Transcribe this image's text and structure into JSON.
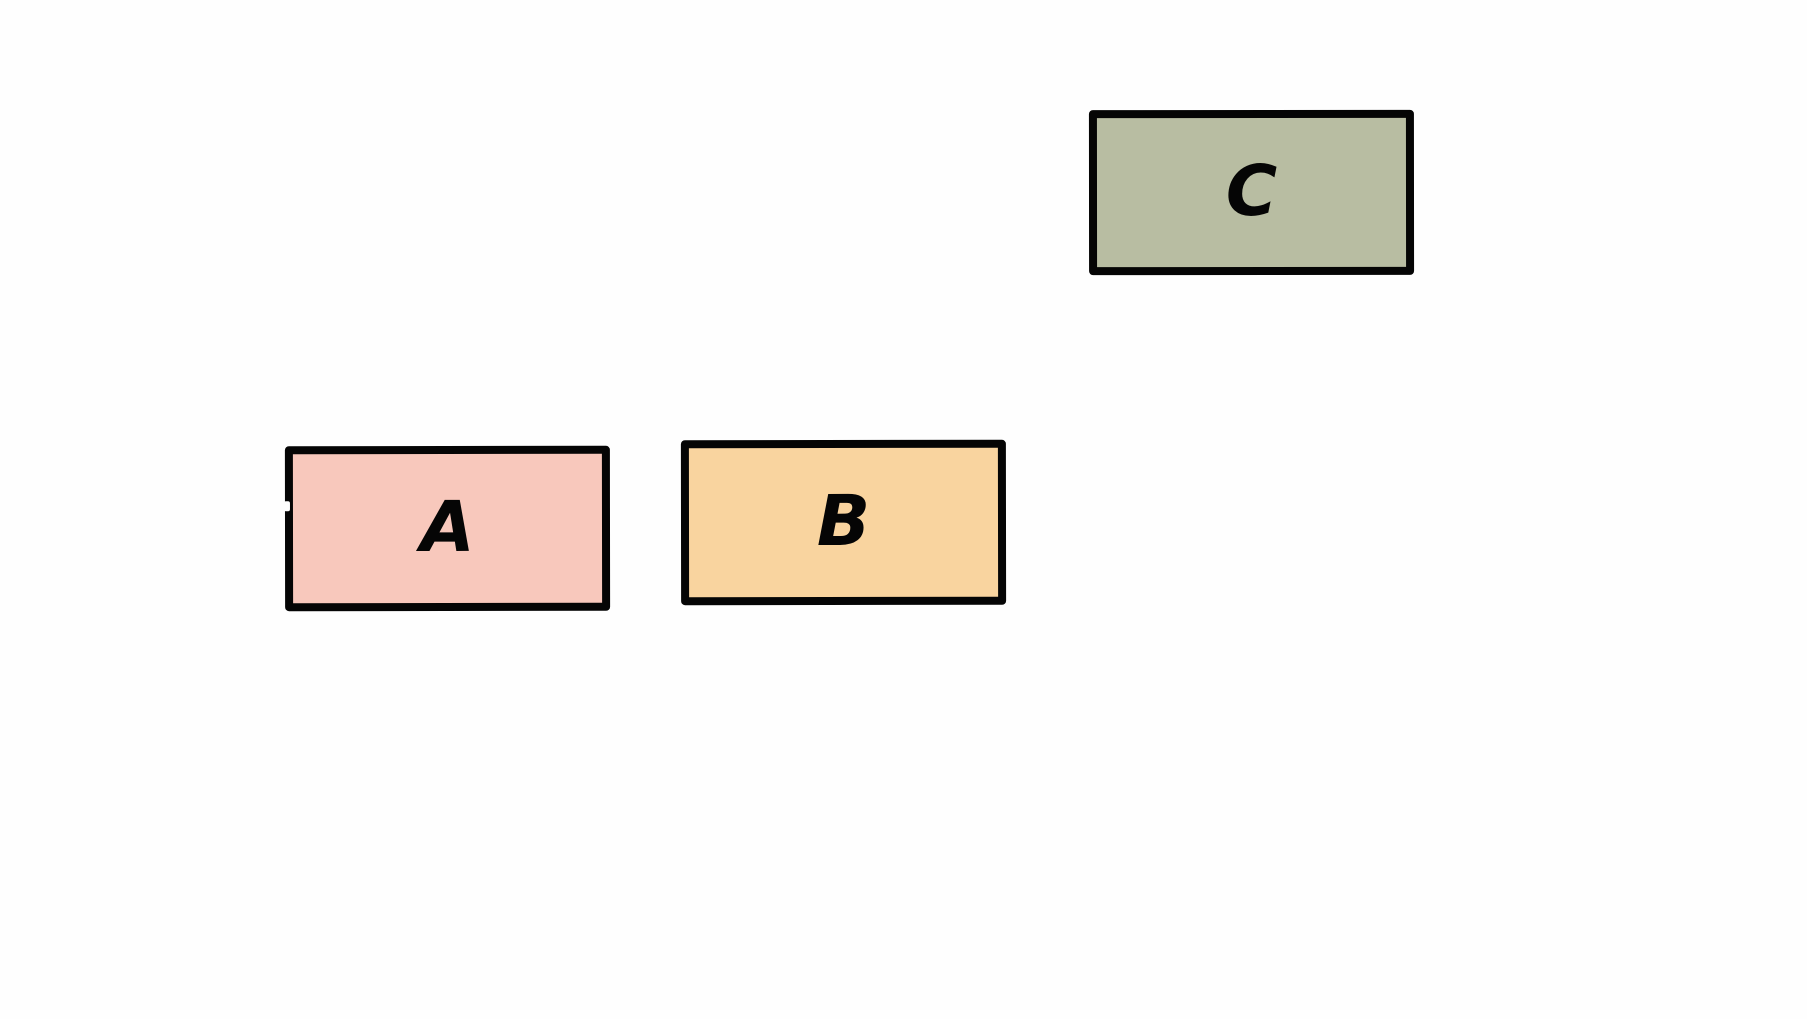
{
  "diagram": {
    "nodes": [
      {
        "id": "a",
        "label": "A",
        "fill": "#f8c8bc",
        "stroke": "#050505"
      },
      {
        "id": "b",
        "label": "B",
        "fill": "#f9d49f",
        "stroke": "#050505"
      },
      {
        "id": "c",
        "label": "C",
        "fill": "#b8bda2",
        "stroke": "#050505"
      }
    ]
  }
}
